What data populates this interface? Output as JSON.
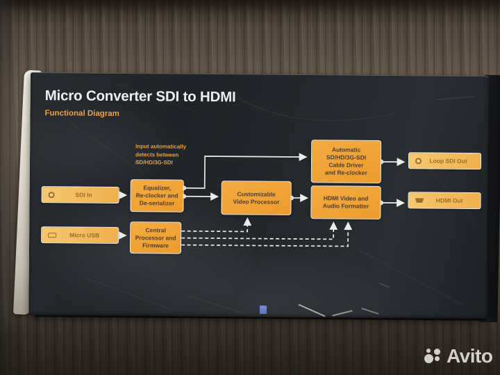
{
  "product_panel": {
    "title": "Micro Converter SDI to HDMI",
    "subtitle": "Functional Diagram",
    "input_note": "Input automatically\ndetects between\nSD/HD/3G-SDI"
  },
  "diagram": {
    "nodes": {
      "equalizer": "Equalizer,\nRe-clocker and\nDe-serializer",
      "central_processor": "Central\nProcessor and\nFirmware",
      "video_processor": "Customizable\nVideo Processor",
      "cable_driver": "Automatic\nSD/HD/3G-SDI\nCable Driver\nand Re-clocker",
      "audio_formatter": "HDMI Video and\nAudio Formatter"
    },
    "ports": {
      "sdi_in": "SDI In",
      "micro_usb": "Micro USB",
      "loop_sdi_out": "Loop SDI Out",
      "hdmi_out": "HDMI Out"
    },
    "icons": {
      "sdi_in": "bnc-connector-icon",
      "micro_usb": "usb-connector-icon",
      "loop_sdi_out": "bnc-connector-icon",
      "hdmi_out": "hdmi-connector-icon"
    }
  },
  "watermark": {
    "brand": "Avito"
  },
  "colors": {
    "accent_orange": "#F0A238",
    "pill_orange": "#F3BE62",
    "box_text_dark": "#4C3F2D",
    "connector_white": "#ECECE8",
    "title_white": "#ECEFF1"
  }
}
